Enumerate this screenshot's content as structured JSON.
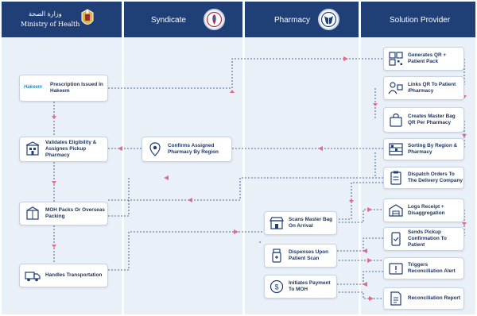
{
  "lanes": {
    "moh": {
      "arabic": "وزارة الصحة",
      "english": "Ministry of Health"
    },
    "syndicate": {
      "title": "Syndicate"
    },
    "pharmacy": {
      "title": "Pharmacy"
    },
    "provider": {
      "title": "Solution Provider"
    }
  },
  "steps": {
    "prescription": "Prescription Issued In Hakeem",
    "hakeem_logo": "Hakeem",
    "validates": "Validates Eligibility & Assignes Pickup Pharmacy",
    "packs": "MOH Packs Or Overseas Packing",
    "transport": "Handles Transportation",
    "confirms": "Confirms Assigned Pharmacy By Region",
    "scans": "Scans Master Bag On Arrival",
    "dispenses": "Dispenses Upon Patient Scan",
    "initiates": "Initiates Payment To MOH",
    "generates": "Generates QR + Patient Pack",
    "links": "Links QR To Patient /Pharmacy",
    "creates": "Creates Master Bag QR Per Pharmacy",
    "sorting": "Sorting By Region & Pharmacy",
    "dispatch": "Dispatch Orders To The Delivery Company",
    "logs": "Logs Receipt + Disaggregation",
    "sends": "Sends Pickup Confirmation To Patient",
    "triggers": "Triggers Reconciliation Alert",
    "report": "Reconciliation Report"
  },
  "colors": {
    "header": "#203f77",
    "lane_background": "#eaf0f8",
    "connector": "#203f77",
    "arrow": "#e06b8a",
    "card_text": "#1e3561"
  }
}
